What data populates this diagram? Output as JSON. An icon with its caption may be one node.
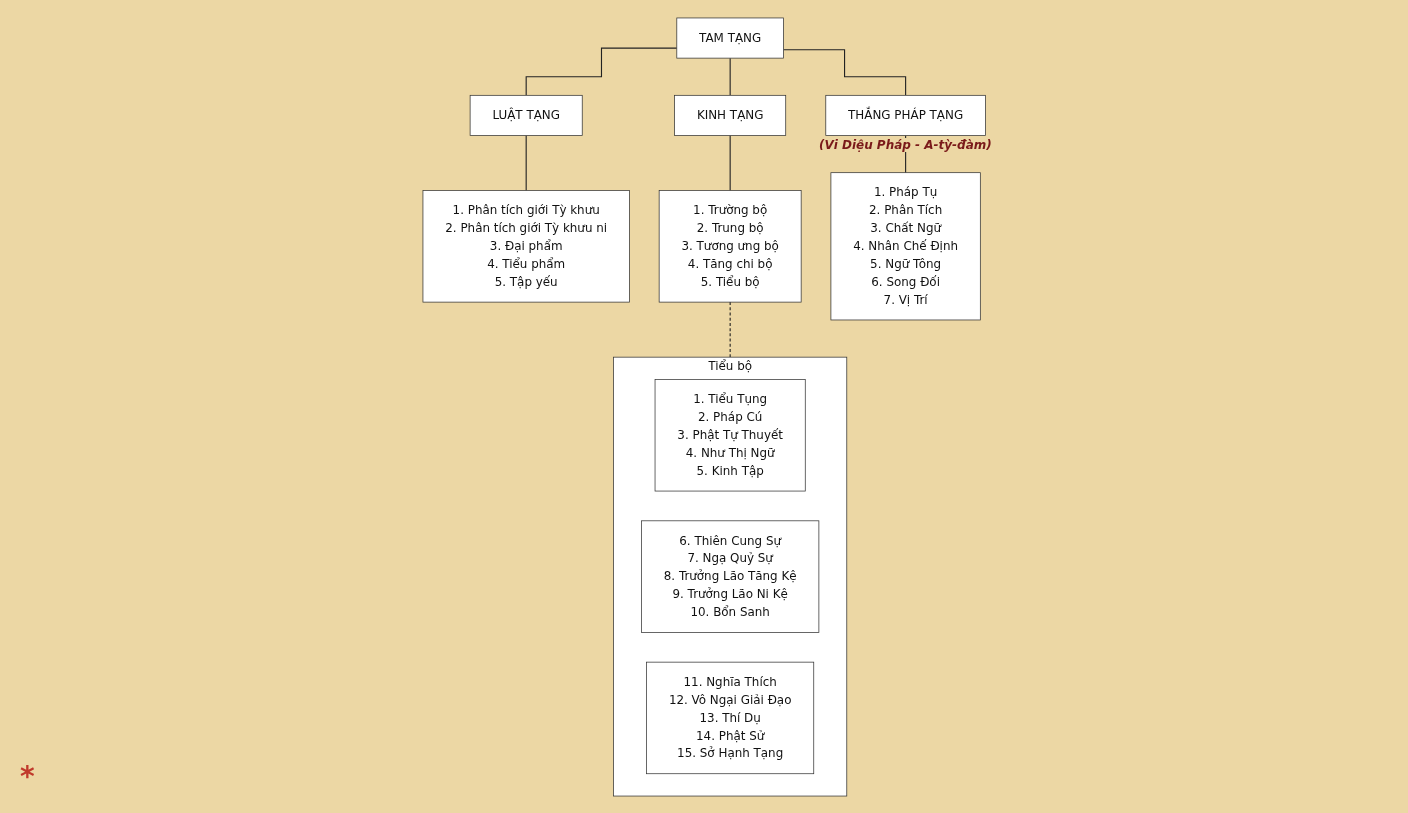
{
  "diagram": {
    "nodes": [
      {
        "text": [
          "TAM TẠNG"
        ]
      },
      {
        "text": [
          "LUẬT TẠNG"
        ]
      },
      {
        "text": [
          "KINH TẠNG"
        ]
      },
      {
        "text": [
          "THẮNG PHÁP TẠNG"
        ],
        "beside": [
          "(Vi Diệu Pháp - A-tỳ-đàm)"
        ]
      },
      {
        "text": [
          "1. Phân tích giới Tỳ khưu",
          "2. Phân tích giới Tỳ khưu ni",
          "3. Đại phẩm",
          "4. Tiểu phẩm",
          "5. Tập yếu"
        ]
      },
      {
        "text": [
          "1. Trường bộ",
          "2. Trung bộ",
          "3. Tương ưng bộ",
          "4. Tăng chi bộ",
          "5. Tiểu bộ"
        ]
      },
      {
        "text": [
          "1. Pháp Tụ",
          "2. Phân Tích",
          "3. Chất Ngữ",
          "4. Nhân Chế Định",
          "5. Ngữ Tông",
          "6. Song Đối",
          "7. Vị Trí"
        ]
      },
      {
        "text": [
          "Tiểu bộ"
        ]
      },
      {
        "text": [
          "1. Tiểu Tụng",
          "2. Pháp Cú",
          "3. Phật Tự Thuyết",
          "4. Như Thị Ngữ",
          "5. Kinh Tập"
        ],
        "in": 7
      },
      {
        "text": [
          "6. Thiên Cung Sự",
          "7. Ngạ Quỷ Sự",
          "8. Trưởng Lão Tăng Kệ",
          "9. Trưởng Lão Ni Kệ",
          "10. Bổn Sanh"
        ],
        "in": 7
      },
      {
        "text": [
          "11. Nghĩa Thích",
          "12. Vô Ngại Giải Đạo",
          "13. Thí Dụ",
          "14. Phật Sử",
          "15. Sở Hạnh Tạng"
        ],
        "in": 7
      }
    ],
    "edges": [
      {
        "from": 0,
        "to": 1,
        "arrow": "none"
      },
      {
        "from": 0,
        "to": 2,
        "arrow": "none"
      },
      {
        "from": 0,
        "to": 3,
        "arrow": "none"
      },
      {
        "from": 1,
        "to": 4,
        "arrow": "none"
      },
      {
        "from": 2,
        "to": 5,
        "arrow": "none"
      },
      {
        "from": 3,
        "to": 6,
        "arrow": "none"
      },
      {
        "from": 5,
        "to": 7,
        "arrow": "none",
        "style": "dashed"
      }
    ],
    "labels": [
      "*"
    ]
  }
}
